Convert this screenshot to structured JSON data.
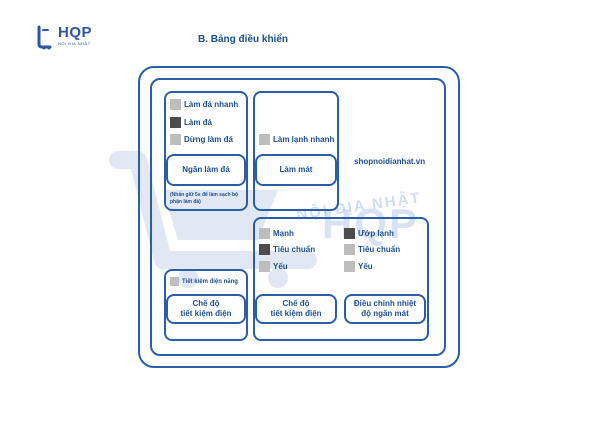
{
  "logo": {
    "text": "HQP",
    "subtext": "NỘI ĐỊA NHẬT"
  },
  "title": "B. Bảng điều khiển",
  "website": "shopnoidianhat.vn",
  "watermark": {
    "text": "HQP",
    "subtext": "NỘI ĐỊA NHẬT"
  },
  "ice_panel": {
    "options": [
      {
        "label": "Làm đá nhanh",
        "shade": "light"
      },
      {
        "label": "Làm đá",
        "shade": "dark"
      },
      {
        "label": "Dừng làm đá",
        "shade": "light"
      }
    ],
    "button": "Ngăn làm đá",
    "note": "(Nhấn giữ 5s để làm sạch bộ phận làm đá)"
  },
  "cool_panel": {
    "option": "Làm lạnh nhanh",
    "button": "Làm mát"
  },
  "eco_panel": {
    "option": "Tiết kiệm điện năng",
    "button_line1": "Chế độ",
    "button_line2": "tiết kiệm điện"
  },
  "mode_panel": {
    "left_options": [
      {
        "label": "Mạnh",
        "shade": "light"
      },
      {
        "label": "Tiêu chuẩn",
        "shade": "dark"
      },
      {
        "label": "Yếu",
        "shade": "light"
      }
    ],
    "right_options": [
      {
        "label": "Ướp lạnh",
        "shade": "dark"
      },
      {
        "label": "Tiêu chuẩn",
        "shade": "light"
      },
      {
        "label": "Yếu",
        "shade": "light"
      }
    ],
    "left_button_line1": "Chế độ",
    "left_button_line2": "tiết kiệm điện",
    "right_button_line1": "Điều chỉnh nhiệt",
    "right_button_line2": "độ ngăn mát"
  }
}
